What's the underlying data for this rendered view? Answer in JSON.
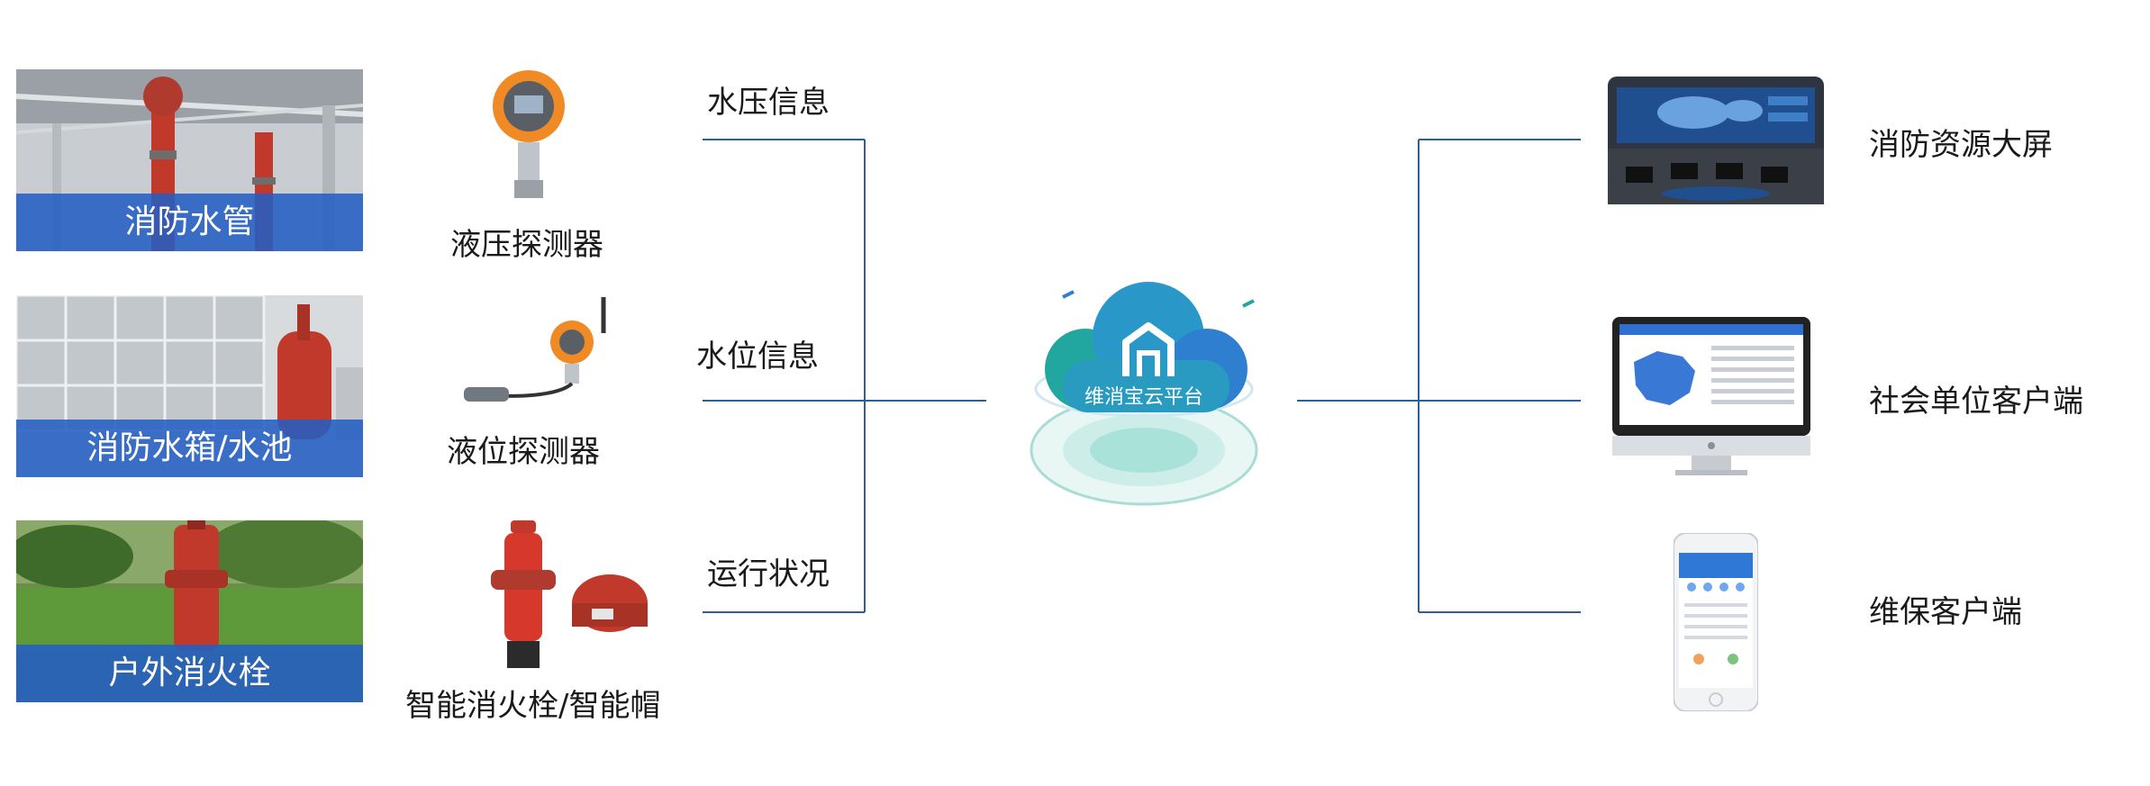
{
  "sources": [
    {
      "caption": "消防水管",
      "device": "液压探测器",
      "info": "水压信息"
    },
    {
      "caption": "消防水箱/水池",
      "device": "液位探测器",
      "info": "水位信息"
    },
    {
      "caption": "户外消火栓",
      "device": "智能消火栓/智能帽",
      "info": "运行状况"
    }
  ],
  "platform": {
    "name": "维消宝云平台"
  },
  "clients": [
    {
      "label": "消防资源大屏"
    },
    {
      "label": "社会单位客户端"
    },
    {
      "label": "维保客户端"
    }
  ],
  "colors": {
    "accent_blue": "#2b5fc6",
    "line": "#2f5f8f",
    "cloud_teal": "#20a4a0",
    "cloud_blue": "#2e7fd0"
  }
}
